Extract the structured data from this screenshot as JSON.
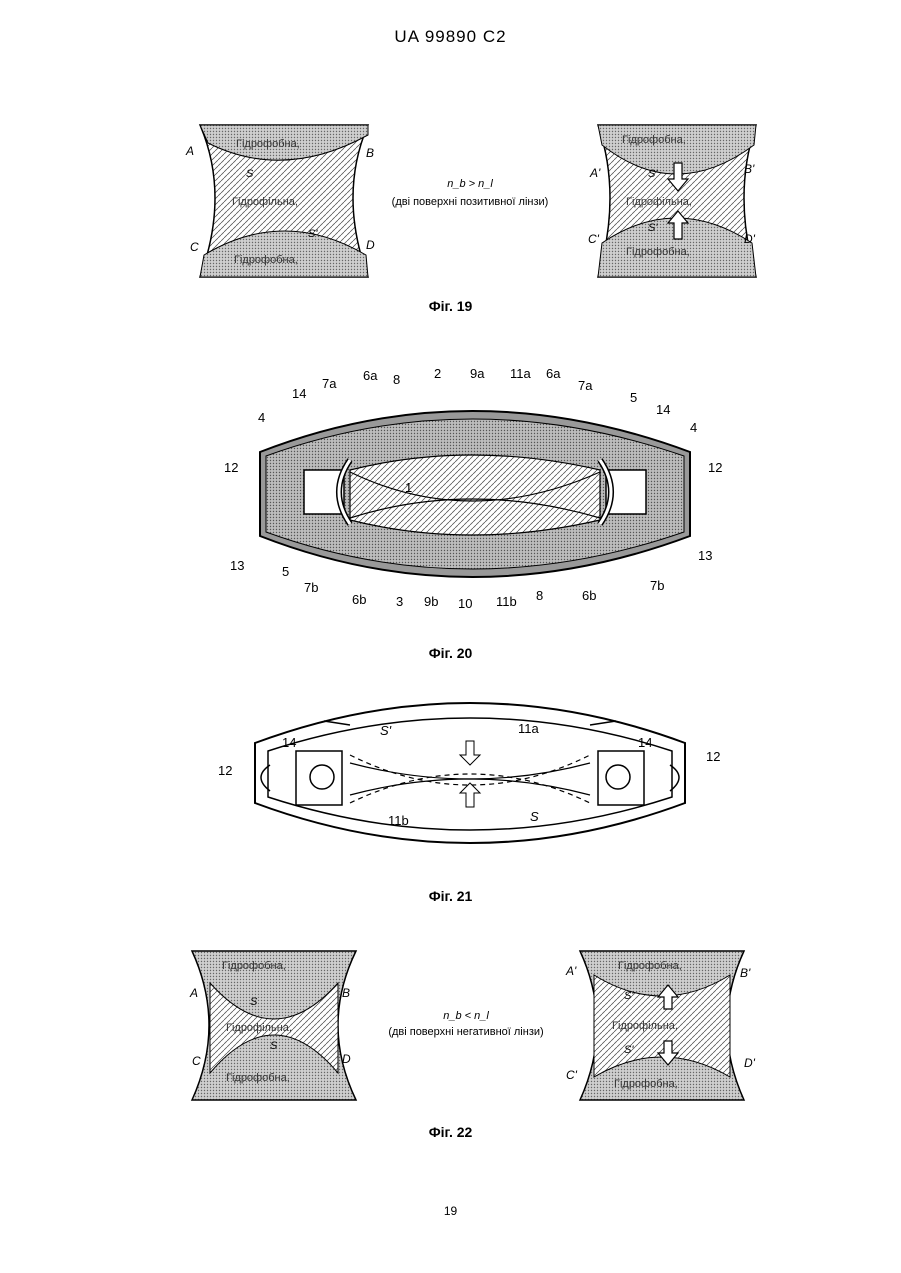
{
  "header": {
    "patent_number": "UA   99890   C2"
  },
  "fig19": {
    "caption": "Фіг. 19",
    "relation": "n_b > n_l",
    "relation_note": "(дві поверхні позитивної лінзи)",
    "left": {
      "top_label": "Гідрофобна,",
      "middle_label": "Гідрофільна,",
      "bottom_label": "Гідрофобна,",
      "corners": [
        "A",
        "B",
        "C",
        "D"
      ],
      "surfaces": [
        "S",
        "S'"
      ]
    },
    "right": {
      "top_label": "Гідрофобна,",
      "middle_label": "Гідрофільна,",
      "bottom_label": "Гідрофобна,",
      "corners": [
        "A'",
        "B'",
        "C'",
        "D'"
      ],
      "surfaces": [
        "S'",
        "S'"
      ]
    }
  },
  "fig20": {
    "caption": "Фіг. 20",
    "labels": [
      "14",
      "7a",
      "6a",
      "8",
      "2",
      "9a",
      "11a",
      "6a",
      "7a",
      "5",
      "14",
      "4",
      "4",
      "12",
      "12",
      "1",
      "13",
      "5",
      "7b",
      "6b",
      "3",
      "9b",
      "10",
      "11b",
      "8",
      "6b",
      "7b",
      "13"
    ]
  },
  "fig21": {
    "caption": "Фіг. 21",
    "labels": [
      "S'",
      "11a",
      "14",
      "14",
      "12",
      "12",
      "11b",
      "S"
    ]
  },
  "fig22": {
    "caption": "Фіг. 22",
    "relation": "n_b < n_l",
    "relation_note": "(дві поверхні негативної лінзи)",
    "left": {
      "top_label": "Гідрофобна,",
      "middle_label": "Гідрофільна,",
      "bottom_label": "Гідрофобна,",
      "corners": [
        "A",
        "B",
        "C",
        "D"
      ],
      "surfaces": [
        "S",
        "S"
      ]
    },
    "right": {
      "top_label": "Гідрофобна,",
      "middle_label": "Гідрофільна,",
      "bottom_label": "Гідрофобна,",
      "corners": [
        "A'",
        "B'",
        "C'",
        "D'"
      ],
      "surfaces": [
        "S'",
        "S'"
      ]
    }
  },
  "page_number": "19"
}
